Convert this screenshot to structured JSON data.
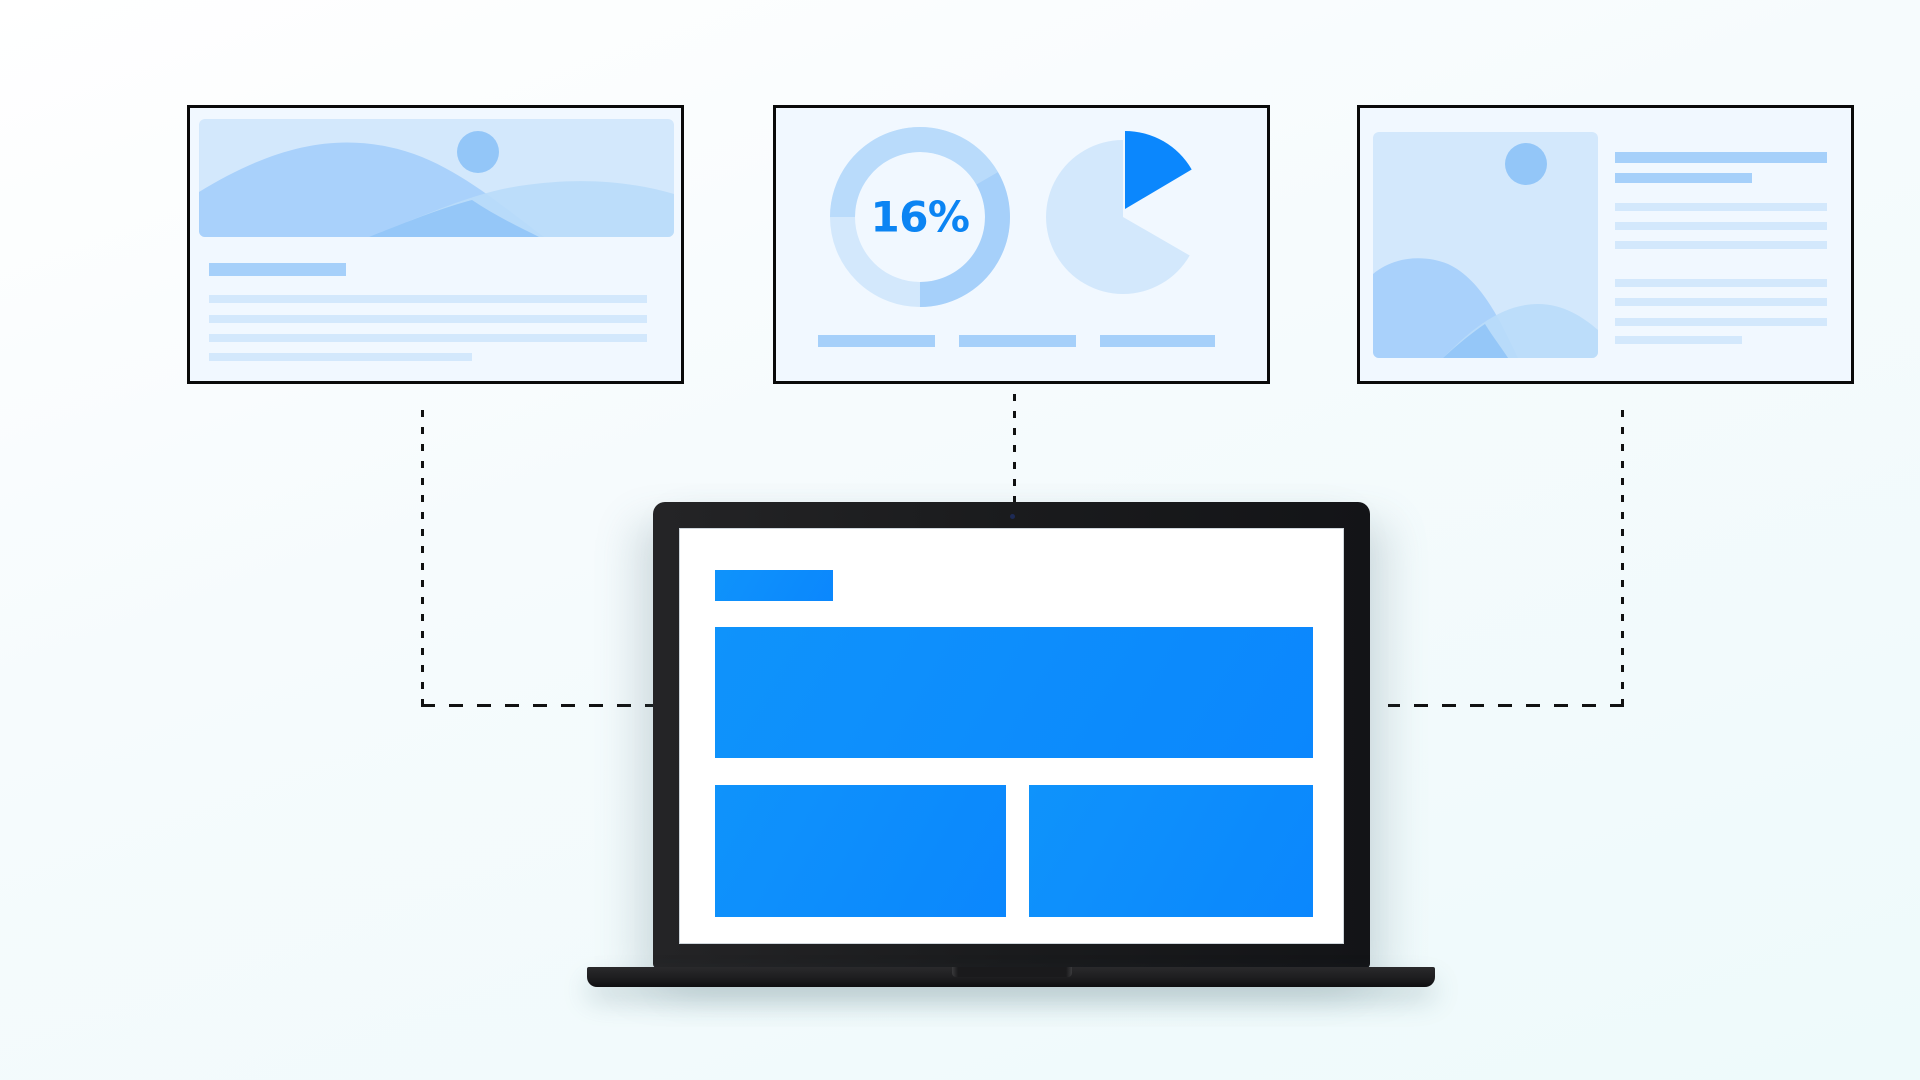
{
  "scene": {
    "description": "Laptop connected by dashed lines to three content template cards",
    "colors": {
      "accent": "#0b87fd",
      "accent_text": "#0b84f3",
      "light_blue": "#d3e8fc",
      "mid_blue": "#a6d0fa",
      "sun_blue": "#93c6f8",
      "card_bg": "#f1f8ff",
      "frame": "#0a0a0a",
      "laptop_body": "#1a1b1d"
    }
  },
  "cards": [
    {
      "id": "card-article",
      "type": "image-header-with-text",
      "has_image": true,
      "text_lines": 4
    },
    {
      "id": "card-stats",
      "type": "charts",
      "donut": {
        "label": "16%",
        "value": 16
      },
      "pie": {
        "highlight_percent": 16
      },
      "legend_bars": 3
    },
    {
      "id": "card-media",
      "type": "image-left-text-right",
      "has_image": true,
      "text_lines": 9
    }
  ],
  "chart_data": [
    {
      "type": "pie",
      "title": "",
      "subtitle": "donut",
      "center_label": "16%",
      "categories": [
        "highlight",
        "rest"
      ],
      "values": [
        16,
        84
      ]
    },
    {
      "type": "pie",
      "title": "",
      "subtitle": "exploded pie",
      "categories": [
        "highlight",
        "rest"
      ],
      "values": [
        16,
        84
      ]
    }
  ],
  "laptop": {
    "screen_blocks": [
      "header-bar",
      "hero-block",
      "left-panel",
      "right-panel"
    ]
  }
}
